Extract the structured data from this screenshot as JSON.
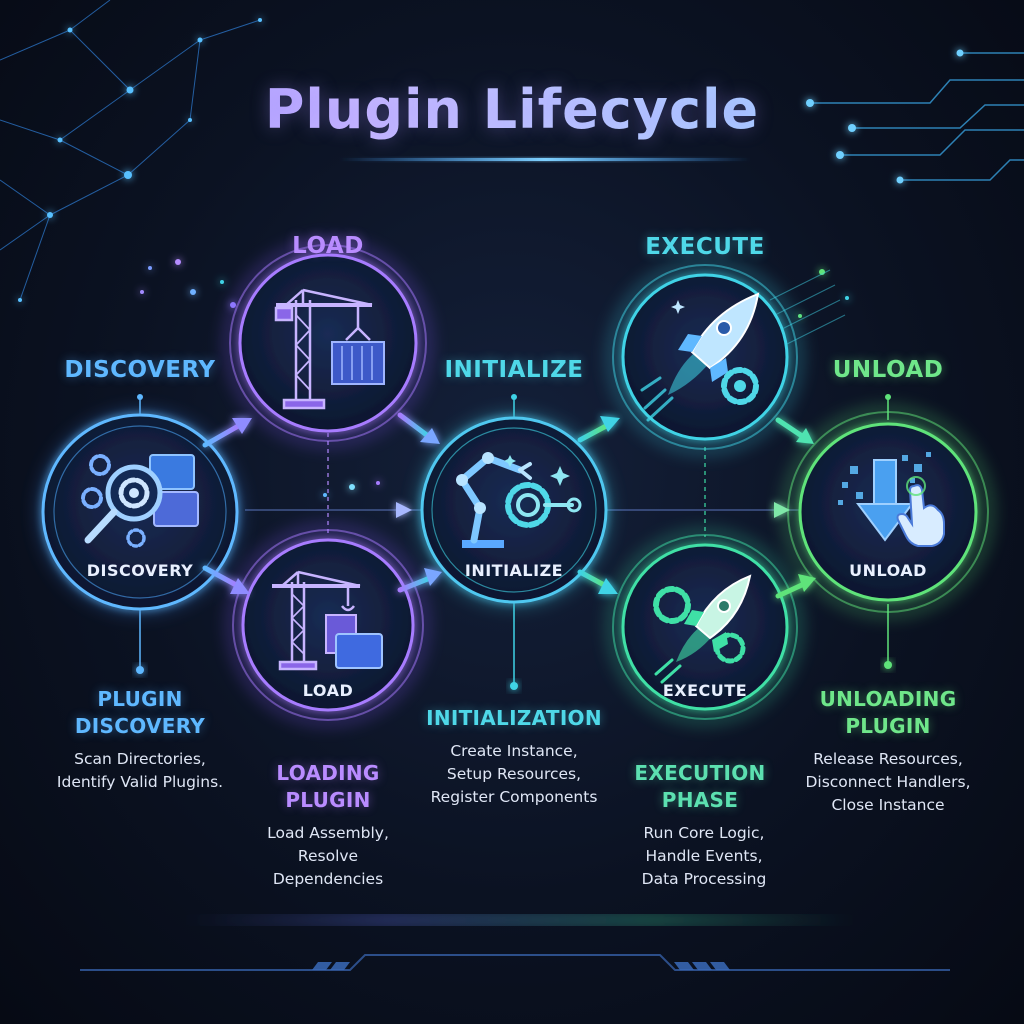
{
  "title": "Plugin Lifecycle",
  "colors": {
    "blue": "#5fb8ff",
    "purple": "#a77bff",
    "cyan": "#3fd3e6",
    "teal": "#3fe0a6",
    "green": "#5fe37a"
  },
  "stages": {
    "discovery": {
      "label": "DISCOVERY",
      "inner": "DISCOVERY",
      "icon": "magnifier-gears-folders-icon",
      "heading": [
        "PLUGIN",
        "DISCOVERY"
      ],
      "desc": [
        "Scan Directories,",
        "Identify Valid Plugins."
      ]
    },
    "load": {
      "label": "LOAD",
      "inner_top": "LOAD",
      "icon_top": "crane-container-icon",
      "icon_bottom": "crane-files-icon",
      "heading": [
        "LOADING",
        "PLUGIN"
      ],
      "desc": [
        "Load Assembly,",
        "Resolve",
        "Dependencies"
      ]
    },
    "initialize": {
      "label": "INITIALIZE",
      "inner": "INITIALIZE",
      "icon": "robot-arm-gear-icon",
      "heading": [
        "INITIALIZATION"
      ],
      "desc": [
        "Create Instance,",
        "Setup Resources,",
        "Register Components"
      ]
    },
    "execute": {
      "label": "EXECUTE",
      "inner_bottom": "EXECUTE",
      "icon_top": "rocket-gear-icon",
      "icon_bottom": "rocket-gears-icon",
      "heading": [
        "EXECUTION",
        "PHASE"
      ],
      "desc": [
        "Run Core Logic,",
        "Handle Events,",
        "Data Processing"
      ]
    },
    "unload": {
      "label": "UNLOAD",
      "inner": "UNLOAD",
      "icon": "download-arrow-hand-icon",
      "heading": [
        "UNLOADING",
        "PLUGIN"
      ],
      "desc": [
        "Release Resources,",
        "Disconnect Handlers,",
        "Close Instance"
      ]
    }
  }
}
